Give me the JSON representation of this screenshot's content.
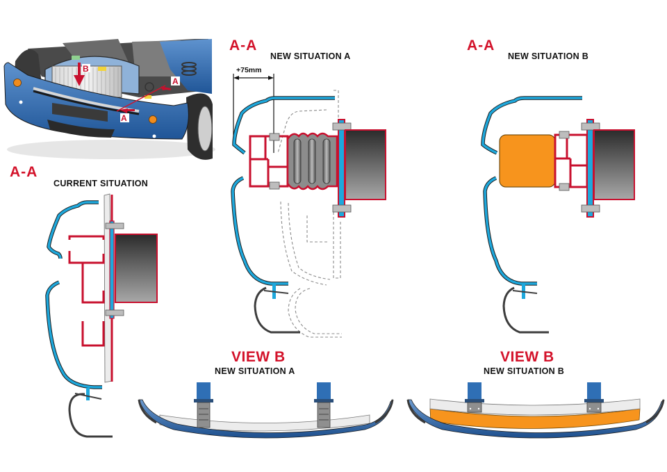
{
  "colors": {
    "accent_red": "#d3122a",
    "bumper_skin_blue": "#1ea8dc",
    "beam_red": "#c8102e",
    "absorber_orange": "#f7941d",
    "car_blue": "#2f6fb5",
    "ghost_dashed": "#888888"
  },
  "inset": {
    "name": "car-front-perspective",
    "markers": [
      {
        "id": "B",
        "label": "B"
      },
      {
        "id": "A1",
        "label": "A"
      },
      {
        "id": "A2",
        "label": "A"
      }
    ]
  },
  "panels": {
    "current": {
      "section_label": "A-A",
      "title": "CURRENT SITUATION"
    },
    "new_a": {
      "section_label": "A-A",
      "title": "NEW SITUATION A",
      "dimension": "+75mm"
    },
    "new_b": {
      "section_label": "A-A",
      "title": "NEW SITUATION B"
    },
    "view_b_a": {
      "view_label": "VIEW B",
      "title": "NEW SITUATION A"
    },
    "view_b_b": {
      "view_label": "VIEW B",
      "title": "NEW SITUATION B"
    }
  }
}
